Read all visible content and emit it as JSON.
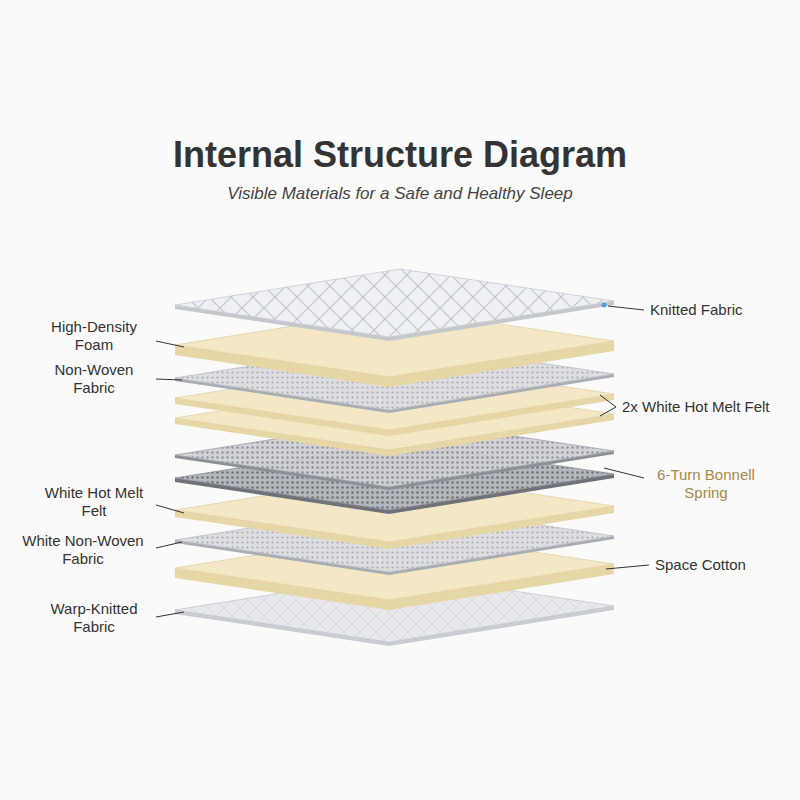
{
  "diagram": {
    "title": "Internal Structure Diagram",
    "caption": "Visible Materials for a Safe and Healthy Sleep",
    "labels": [
      "Knitted Fabric",
      "High-Density Foam",
      "Non-Woven Fabric",
      "2x White Hot Melt Felt",
      "6-Turn Bonnell Spring",
      "White Hot Melt Felt",
      "White Non-Woven Fabric",
      "Space Cotton",
      "Warp-Knitted Fabric"
    ]
  }
}
